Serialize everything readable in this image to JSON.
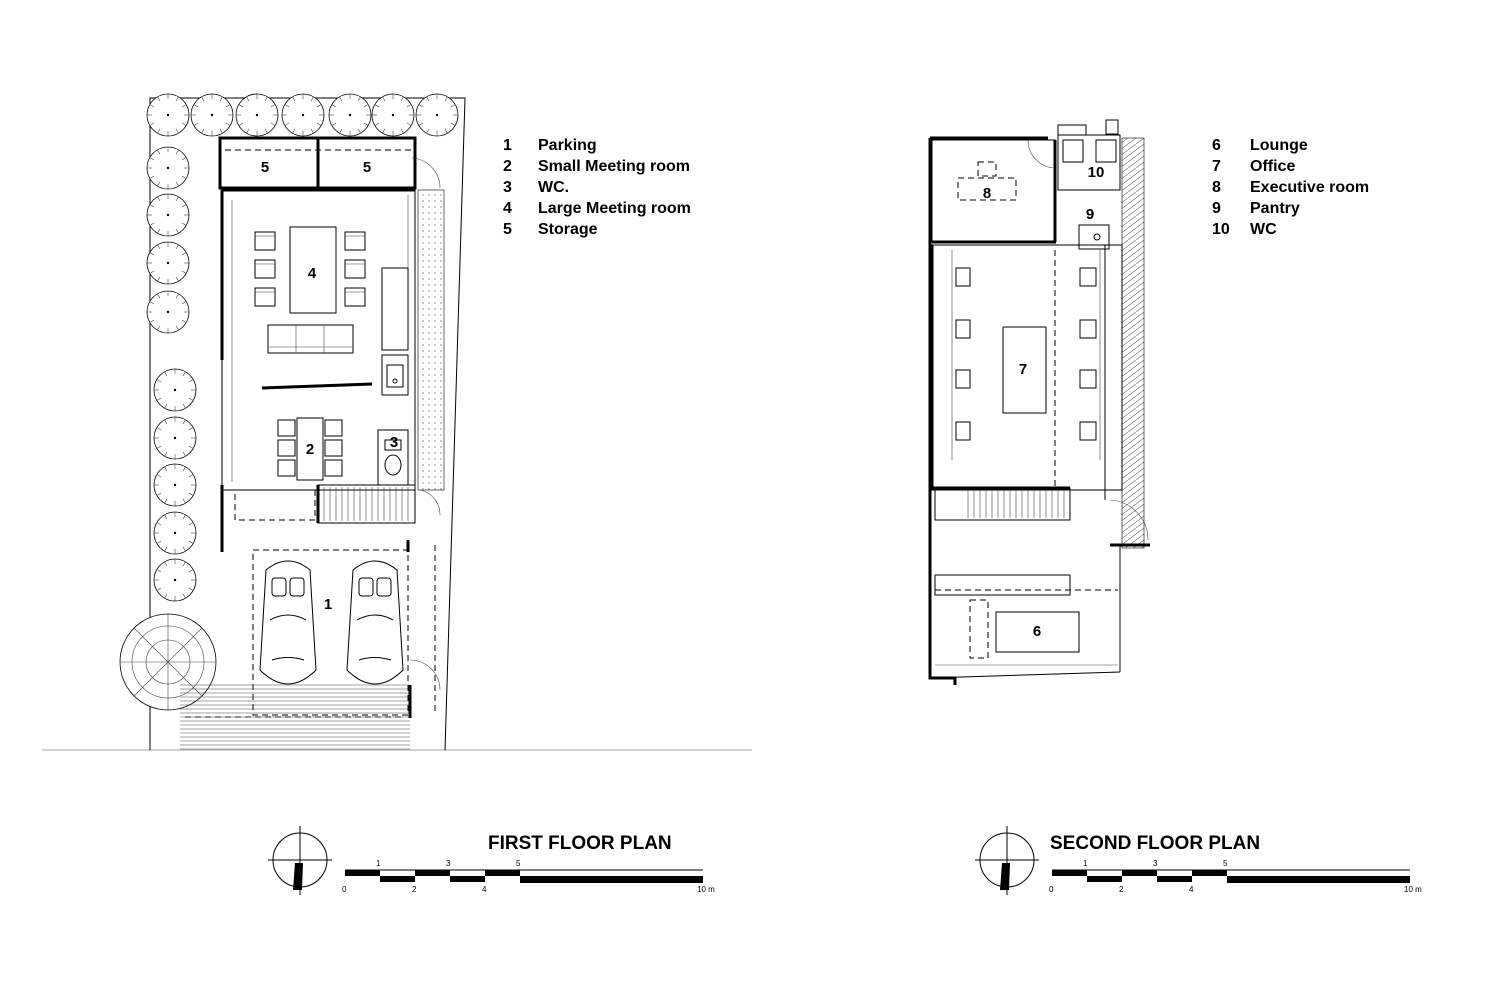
{
  "legend_first": [
    {
      "num": "1",
      "name": "Parking"
    },
    {
      "num": "2",
      "name": "Small Meeting room"
    },
    {
      "num": "3",
      "name": "WC."
    },
    {
      "num": "4",
      "name": "Large Meeting room"
    },
    {
      "num": "5",
      "name": "Storage"
    }
  ],
  "legend_second": [
    {
      "num": "6",
      "name": "Lounge"
    },
    {
      "num": "7",
      "name": "Office"
    },
    {
      "num": "8",
      "name": "Executive room"
    },
    {
      "num": "9",
      "name": "Pantry"
    },
    {
      "num": "10",
      "name": "WC"
    }
  ],
  "first_floor": {
    "title": "FIRST FLOOR PLAN",
    "rooms": {
      "r1": "1",
      "r2": "2",
      "r3": "3",
      "r4": "4",
      "r5a": "5",
      "r5b": "5"
    }
  },
  "second_floor": {
    "title": "SECOND FLOOR PLAN",
    "rooms": {
      "r6": "6",
      "r7": "7",
      "r8": "8",
      "r9": "9",
      "r10": "10"
    }
  },
  "scale": {
    "top_ticks": [
      "1",
      "3",
      "5"
    ],
    "bottom_ticks": [
      "0",
      "2",
      "4"
    ],
    "end": "10 m"
  }
}
